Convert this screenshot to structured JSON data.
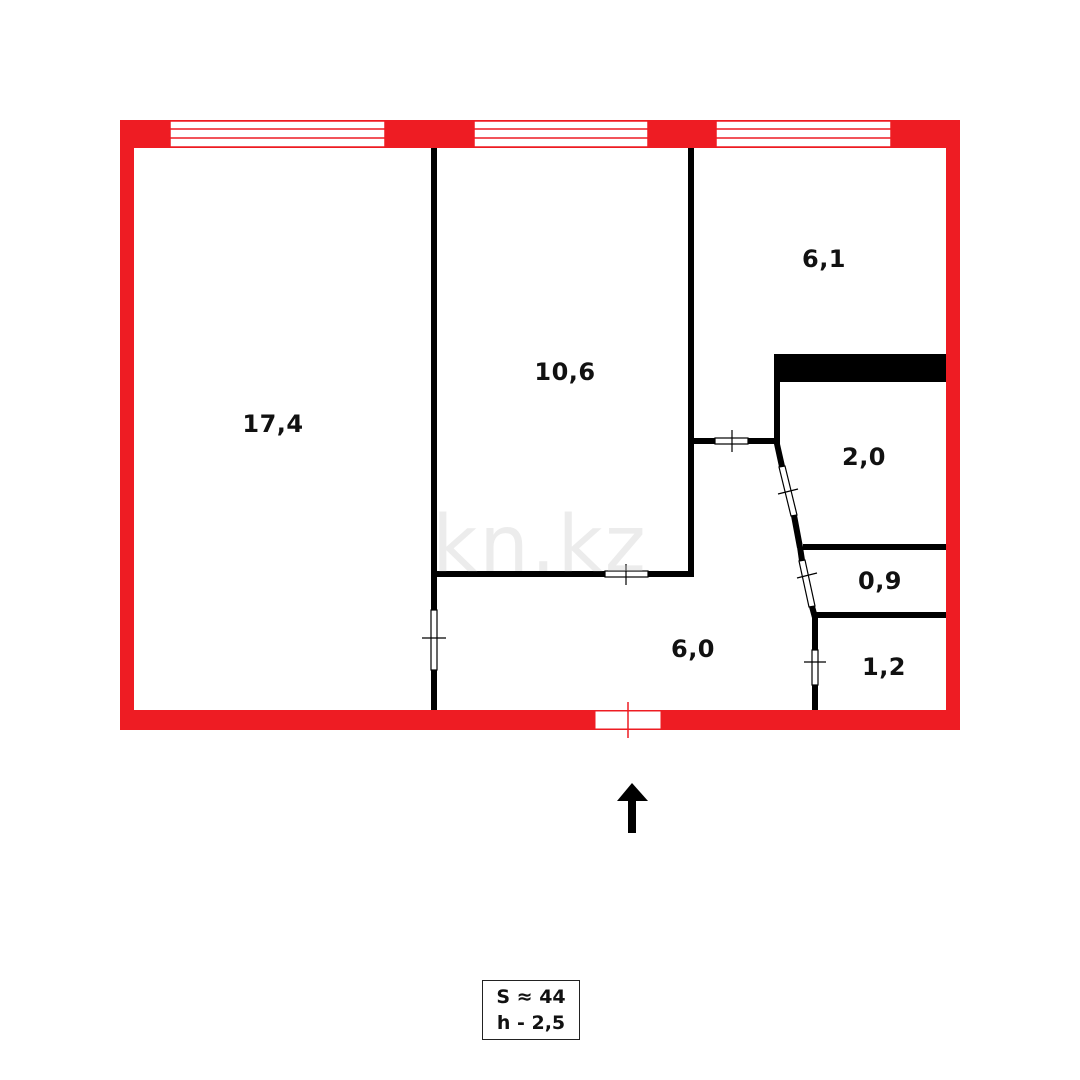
{
  "watermark": "kn.kz",
  "colors": {
    "exterior_wall": "#ee1c23",
    "interior_wall": "#000000",
    "background": "#ffffff"
  },
  "rooms": [
    {
      "id": "room-1",
      "area": "17,4"
    },
    {
      "id": "room-2",
      "area": "10,6"
    },
    {
      "id": "kitchen",
      "area": "6,1"
    },
    {
      "id": "bathroom",
      "area": "2,0"
    },
    {
      "id": "toilet",
      "area": "0,9"
    },
    {
      "id": "storage",
      "area": "1,2"
    },
    {
      "id": "hallway",
      "area": "6,0"
    }
  ],
  "summary": {
    "total_area": "S ≈ 44",
    "ceiling_height": "h - 2,5"
  },
  "entrance_icon": "arrow-up-icon"
}
